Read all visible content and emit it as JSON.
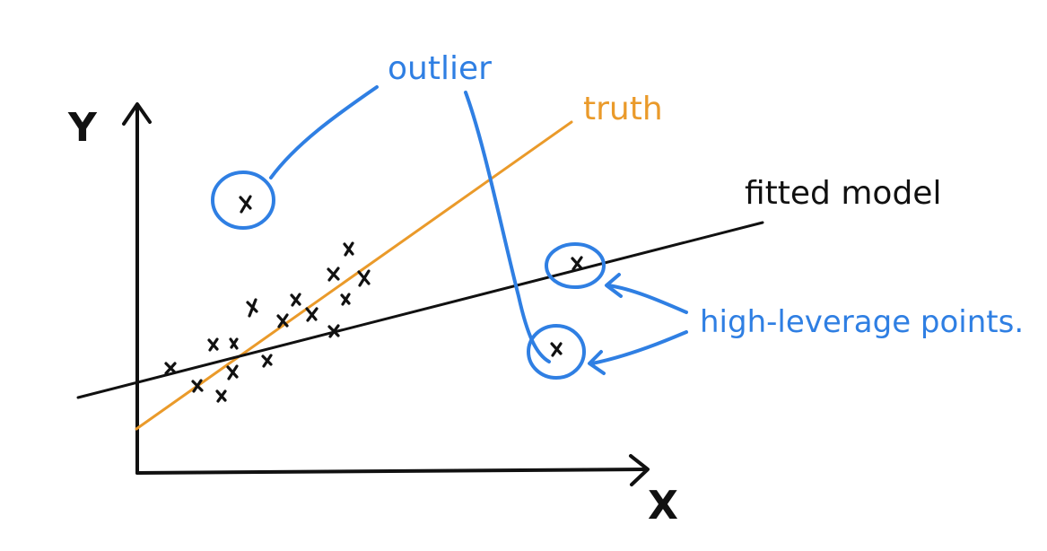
{
  "labels": {
    "y_axis": "Y",
    "x_axis": "X",
    "outlier": "outlier",
    "truth": "truth",
    "fitted_model": "fitted model",
    "high_leverage": "high-leverage points."
  },
  "colors": {
    "ink": "#111111",
    "annotation": "#2f7fe3",
    "truth_line": "#ea9a2a"
  }
}
